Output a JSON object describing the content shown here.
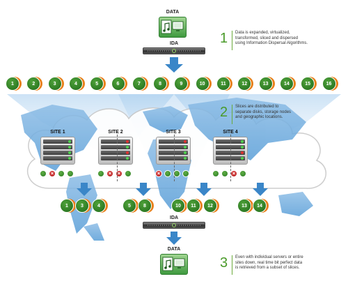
{
  "top_data_label": "DATA",
  "top_ida_label": "IDA",
  "bottom_ida_label": "IDA",
  "bottom_data_label": "DATA",
  "steps": [
    {
      "number": "1",
      "text": [
        "Data is expanded, virtualized,",
        "transformed, sliced and dispersed",
        "using Information Dispersal Algorithms."
      ]
    },
    {
      "number": "2",
      "text": [
        "Slices are distributed to",
        "separate disks, storage nodes",
        "and geographic locations."
      ]
    },
    {
      "number": "3",
      "text": [
        "Even with individual servers or entire",
        "sites down, real time bit perfect data",
        "is retrieved from a subset of slices."
      ]
    }
  ],
  "slices": [
    "1",
    "2",
    "3",
    "4",
    "5",
    "6",
    "7",
    "8",
    "9",
    "10",
    "11",
    "12",
    "13",
    "14",
    "15",
    "16"
  ],
  "sites": [
    {
      "name": "SITE 1",
      "server_lights": [
        "green",
        "green",
        "green",
        "green"
      ],
      "status": [
        "ok",
        "x",
        "ok",
        "ok"
      ]
    },
    {
      "name": "SITE 2",
      "server_lights": [
        "red",
        "green",
        "red",
        "green"
      ],
      "status": [
        "ok",
        "x",
        "x",
        "ok"
      ]
    },
    {
      "name": "SITE 3",
      "server_lights": [
        "red",
        "green",
        "green",
        "green"
      ],
      "status": [
        "x",
        "ok",
        "ok",
        "ok"
      ]
    },
    {
      "name": "SITE 4",
      "server_lights": [
        "green",
        "green",
        "red",
        "green"
      ],
      "status": [
        "ok",
        "ok",
        "x",
        "ok"
      ]
    }
  ],
  "retrieved_slices": [
    "1",
    "3",
    "4",
    "5",
    "8",
    "10",
    "11",
    "12",
    "13",
    "14"
  ],
  "colors": {
    "slice_green": "#2e7d22",
    "slice_orange": "#e8801a",
    "arrow_blue": "#3a86c8",
    "step_green": "#4a9a2a",
    "fail_red": "#c42020"
  },
  "icons": {
    "data": "music-document-icon",
    "arrow": "down-arrow-icon",
    "failed": "x-mark-icon"
  }
}
